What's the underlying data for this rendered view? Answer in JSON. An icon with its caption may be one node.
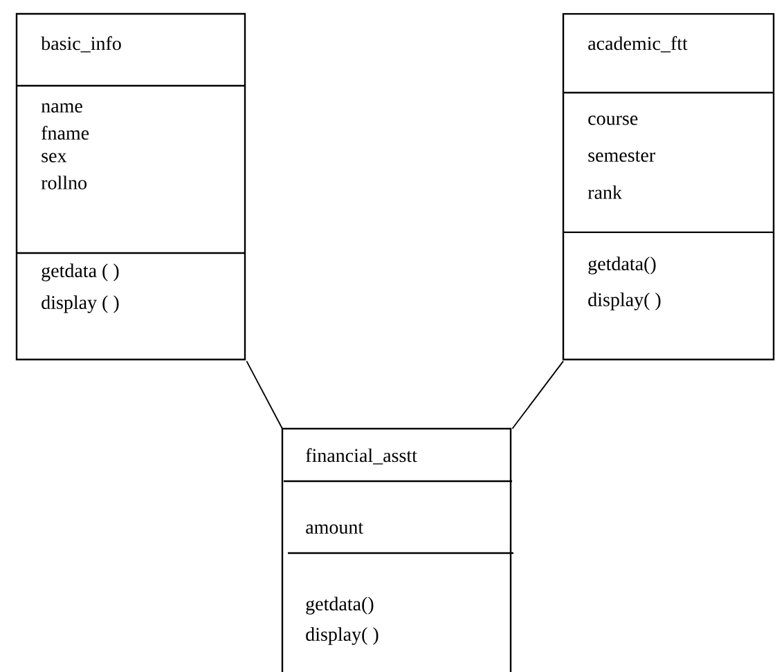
{
  "diagram": {
    "nodes": [
      {
        "text": [
          "basic_info",
          "name",
          "fname",
          "sex",
          "rollno",
          "getdata ( )",
          "display  ( )"
        ]
      },
      {
        "text": [
          "academic_ftt",
          "course",
          "semester",
          "rank",
          "getdata()",
          "display( )"
        ]
      },
      {
        "text": [
          "financial_asstt",
          "amount",
          "getdata()",
          "display( )"
        ]
      }
    ],
    "edges": [
      {
        "from": 0,
        "to": 2,
        "arrow": "none"
      },
      {
        "from": 1,
        "to": 2,
        "arrow": "none"
      }
    ]
  }
}
